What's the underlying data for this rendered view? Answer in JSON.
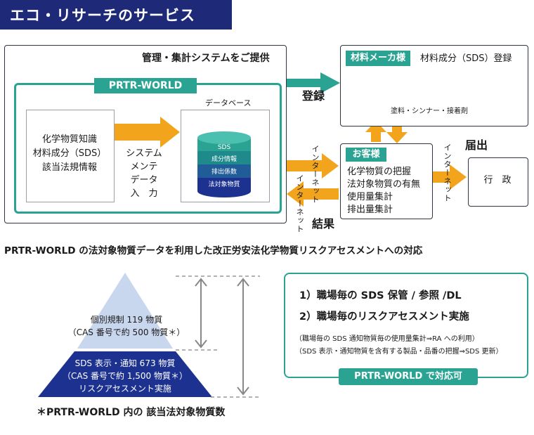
{
  "header": {
    "title": "エコ・リサーチのサービス"
  },
  "main_box": {
    "caption": "管理・集計システムをご提供"
  },
  "prtr_world": {
    "label": "PRTR-WORLD",
    "knowledge": [
      "化学物質知識",
      "材料成分（SDS）",
      "該当法規情報"
    ],
    "maintenance": [
      "システム",
      "メンテ",
      "データ",
      "入　力"
    ],
    "database_label": "データベース",
    "db_layers": [
      "SDS",
      "成分情報",
      "排出係数",
      "法対象物質"
    ]
  },
  "supplier": {
    "label": "材料メーカ様",
    "title": "材料成分（SDS）登録",
    "products": "塗料・シンナー・接着剤"
  },
  "arrows": {
    "register": "登録",
    "internet_in": "インターネット",
    "internet_out": "インターネット",
    "result": "結果",
    "internet_gov": "インターネット",
    "submit": "届出"
  },
  "customer": {
    "label": "お客様",
    "tasks": [
      "化学物質の把握",
      "法対象物質の有無",
      "使用量集計",
      "排出量集計"
    ]
  },
  "government": {
    "label": "行　政"
  },
  "subtitle": "PRTR-WORLD の法対象物質データを利用した改正労安法化学物質リスクアセスメントへの対応",
  "pyramid": {
    "upper": [
      "個別規制 119 物質",
      "（CAS 番号で約 500 物質＊）"
    ],
    "lower": [
      "SDS 表示・通知 673 物質",
      "（CAS 番号で約 1,500 物質＊）",
      "リスクアセスメント実施"
    ]
  },
  "footnote": "＊PRTR-WORLD 内の 該当法対象物質数",
  "services": {
    "items": [
      "1）職場毎の SDS 保管 / 参照 /DL",
      "2）職場毎のリスクアセスメント実施"
    ],
    "notes": [
      "（職場毎の SDS 通知物質毎の使用量集計⇒RA への利用）",
      "（SDS 表示・通知物質を含有する製品・品番の把握⇒SDS 更新）"
    ],
    "badge": "PRTR-WORLD で対応可"
  },
  "colors": {
    "navy": "#1e2a78",
    "teal": "#2aa393",
    "orange": "#f2a41d",
    "pyramid_top": "#c9d7ee",
    "pyramid_bottom": "#1d3290"
  }
}
